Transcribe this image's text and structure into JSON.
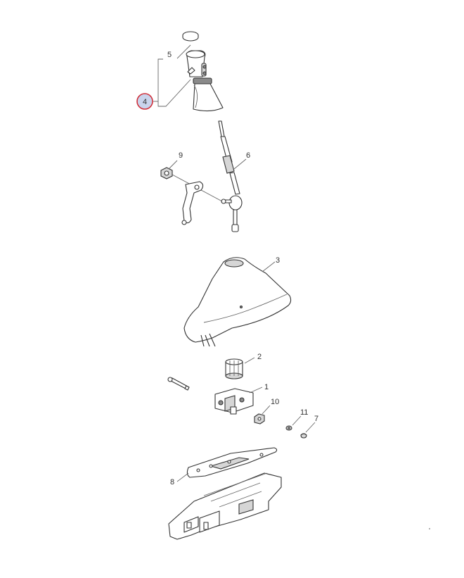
{
  "diagram": {
    "callouts": {
      "c1": "1",
      "c2": "2",
      "c3": "3",
      "c4": "4",
      "c5": "5",
      "c6": "6",
      "c7": "7",
      "c8": "8",
      "c9": "9",
      "c10": "10",
      "c11": "11"
    },
    "highlighted_callout": "4",
    "highlight_colors": {
      "fill": "#c9d4ec",
      "ring": "#d0303a"
    }
  }
}
